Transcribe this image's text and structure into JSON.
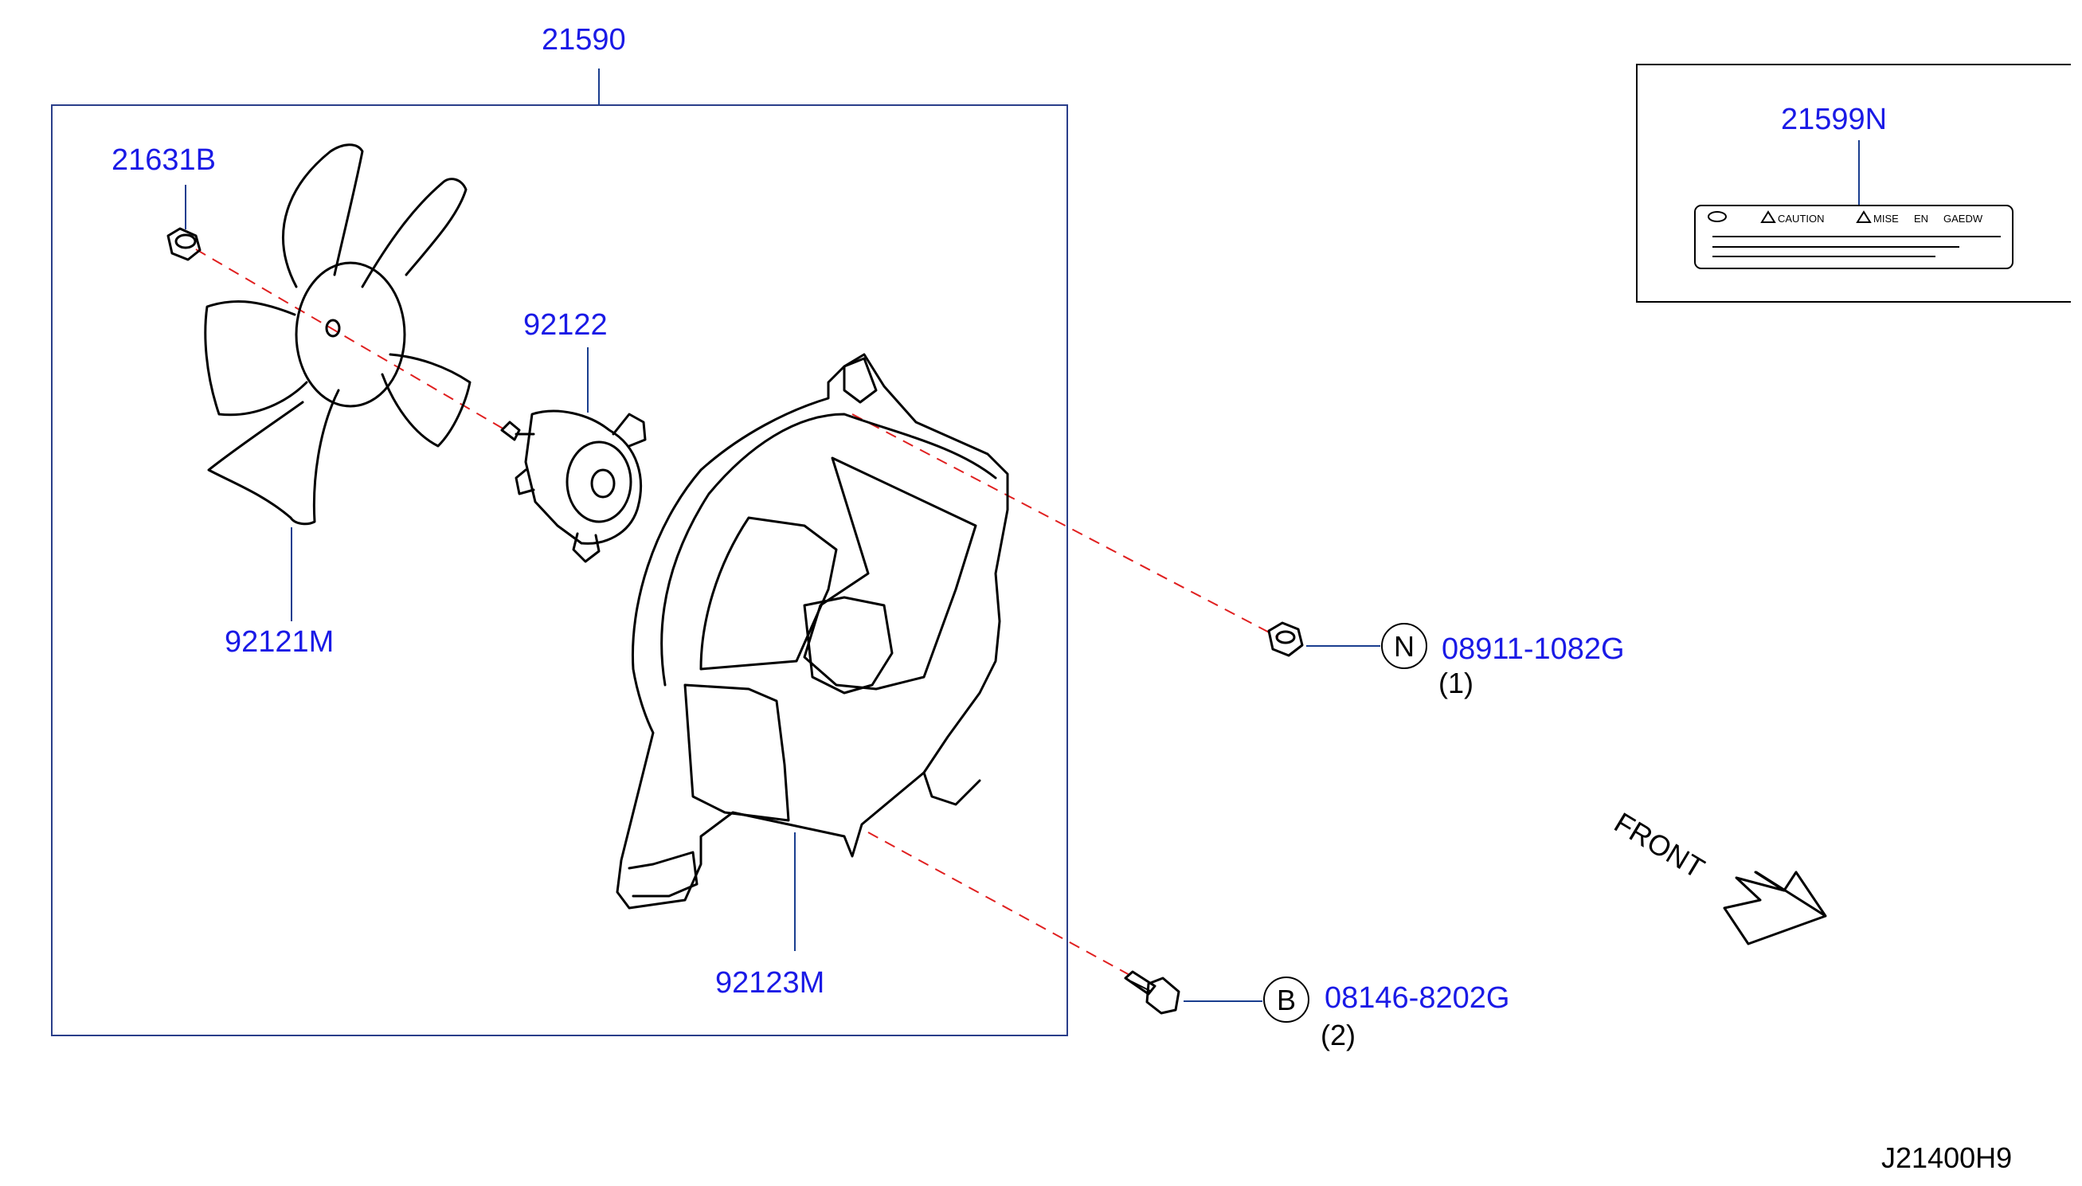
{
  "diagram": {
    "assembly_part": "21590",
    "label_part": "21599N",
    "parts": {
      "nut_small": "21631B",
      "fan_blade": "92121M",
      "fan_motor": "92122",
      "shroud": "92123M"
    },
    "fasteners": {
      "nut": {
        "symbol": "N",
        "part": "08911-1082G",
        "qty": "(1)"
      },
      "bolt": {
        "symbol": "B",
        "part": "08146-8202G",
        "qty": "(2)"
      }
    },
    "caution_label": {
      "caution": "CAUTION",
      "mise": "MISE",
      "en": "EN",
      "gaedw": "GAEDW"
    },
    "direction": "FRONT",
    "diagram_id": "J21400H9",
    "icons": [
      "caution-triangle-icon",
      "front-arrow-icon"
    ]
  }
}
